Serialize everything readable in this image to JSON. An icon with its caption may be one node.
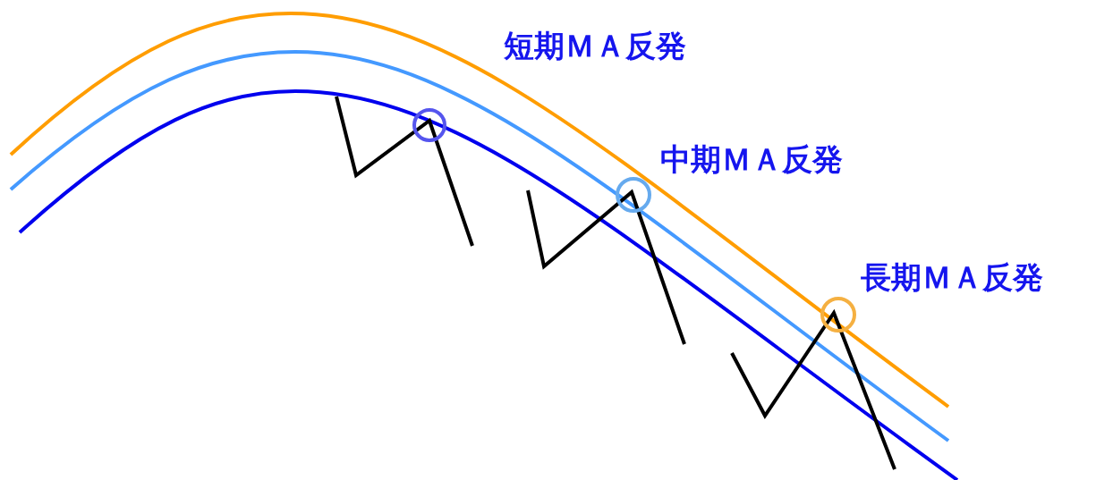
{
  "diagram": {
    "labels": [
      "短期ＭＡ反発",
      "中期ＭＡ反発",
      "長期ＭＡ反発"
    ]
  }
}
